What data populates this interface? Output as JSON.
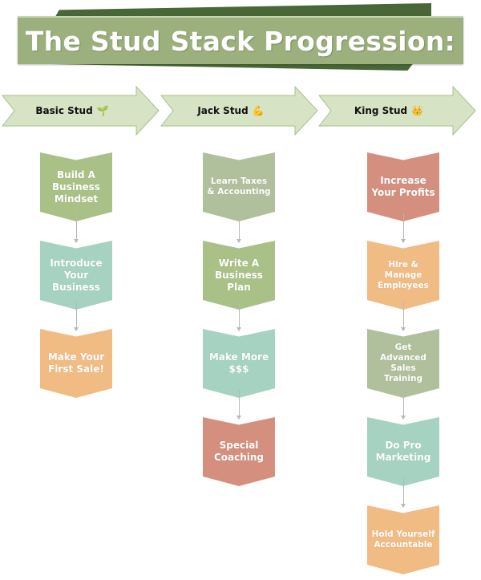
{
  "title": "The Stud Stack Progression:",
  "stages": [
    {
      "name": "Basic Stud",
      "icon": "🌱",
      "icon_name": "sprout-icon",
      "color": "#d6e3c4",
      "stroke": "#a9bf8a"
    },
    {
      "name": "Jack Stud",
      "icon": "💪",
      "icon_name": "flexed-bicep-icon",
      "color": "#d6e3c4",
      "stroke": "#a9bf8a"
    },
    {
      "name": "King Stud",
      "icon": "👑",
      "icon_name": "crown-icon",
      "color": "#d6e3c4",
      "stroke": "#a9bf8a"
    }
  ],
  "columns": [
    {
      "steps": [
        {
          "label": "Build A Business Mindset",
          "color": "green"
        },
        {
          "label": "Introduce Your Business",
          "color": "teal"
        },
        {
          "label": "Make Your First Sale!",
          "color": "orange"
        }
      ]
    },
    {
      "steps": [
        {
          "label": "Learn Taxes & Accounting",
          "color": "sage",
          "small": true
        },
        {
          "label": "Write A Business Plan",
          "color": "green"
        },
        {
          "label": "Make More $$$",
          "color": "teal"
        },
        {
          "label": "Special Coaching",
          "color": "red"
        }
      ]
    },
    {
      "steps": [
        {
          "label": "Increase Your Profits",
          "color": "red"
        },
        {
          "label": "Hire & Manage Employees",
          "color": "orange",
          "small": true
        },
        {
          "label": "Get Advanced Sales Training",
          "color": "sage",
          "small": true
        },
        {
          "label": "Do Pro Marketing",
          "color": "teal"
        },
        {
          "label": "Hold Yourself Accountable",
          "color": "orange",
          "small": true
        }
      ]
    }
  ]
}
